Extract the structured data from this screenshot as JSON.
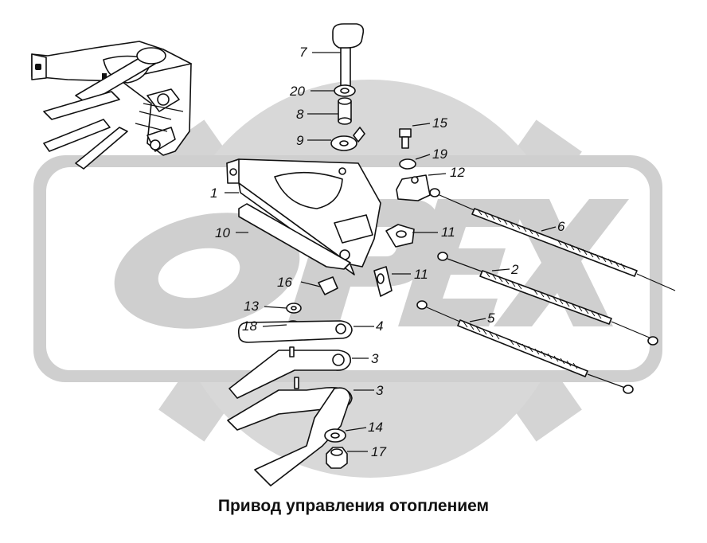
{
  "caption": "Привод управления отоплением",
  "watermark": {
    "brand": "OPEX",
    "color": "#c9c9c9",
    "shape": "gear-with-logo"
  },
  "callouts": {
    "c1": "1",
    "c2": "2",
    "c3a": "3",
    "c3b": "3",
    "c4": "4",
    "c5": "5",
    "c6": "6",
    "c7": "7",
    "c8": "8",
    "c9": "9",
    "c10": "10",
    "c11a": "11",
    "c11b": "11",
    "c12": "12",
    "c13": "13",
    "c14": "14",
    "c15": "15",
    "c16": "16",
    "c17": "17",
    "c18": "18",
    "c19": "19",
    "c20": "20"
  }
}
